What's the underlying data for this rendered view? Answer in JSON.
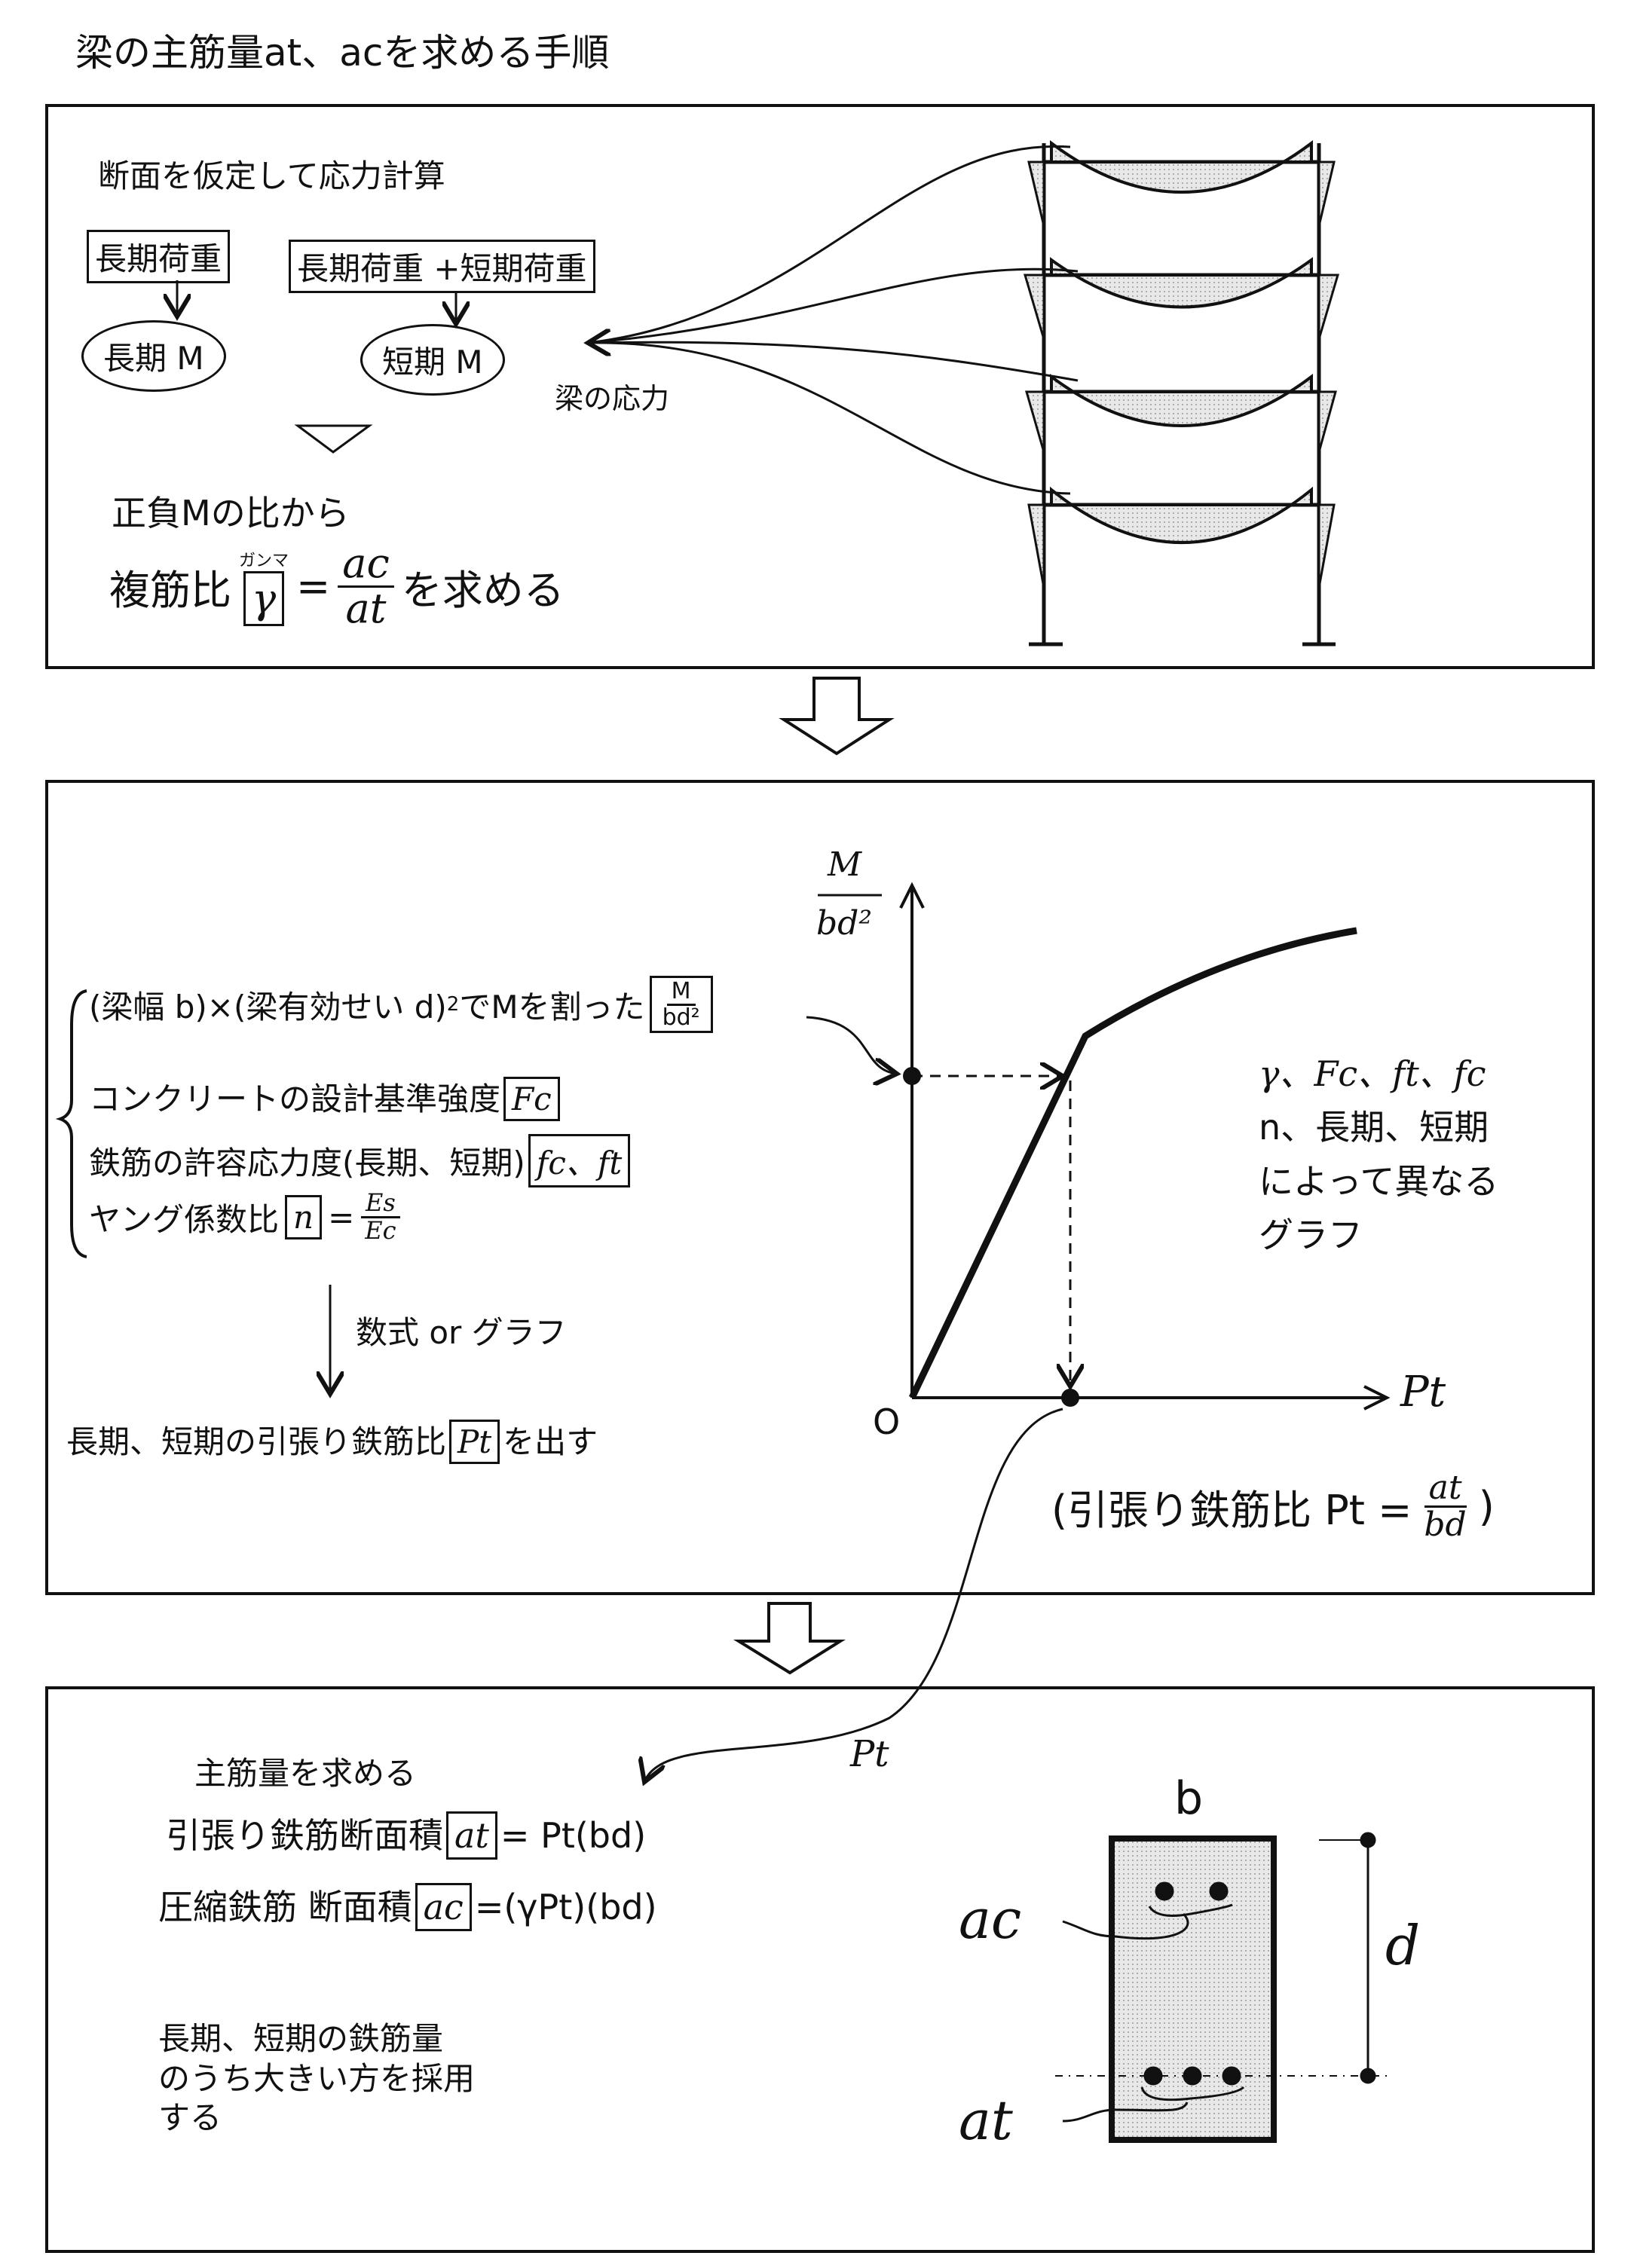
{
  "title": "梁の主筋量at、acを求める手順",
  "panel1": {
    "heading": "断面を仮定して応力計算",
    "long_load": "長期荷重",
    "long_short_load": "長期荷重 +短期荷重",
    "long_M": "長期 M",
    "short_M": "短期 M",
    "beam_stress": "梁の応力",
    "ratio_from": "正負Mの比から",
    "double_ratio": "複筋比",
    "gamma_ruby": "ガンマ",
    "gamma_symbol": "γ",
    "eq": "=",
    "ac": "ac",
    "at": "at",
    "find": "を求める"
  },
  "panel2": {
    "line1_pre": "(梁幅 b)×(梁有効せい d)",
    "line1_sup": "2",
    "line1_post": "でMを割った",
    "frac_M": "M",
    "frac_bd2": "bd²",
    "line2": "コンクリートの設計基準強度",
    "Fc": "Fc",
    "line3": "鉄筋の許容応力度(長期、短期)",
    "fcft": "fc、ft",
    "line4": "ヤング係数比",
    "n": "n",
    "eq": "=",
    "Es": "Es",
    "Ec": "Ec",
    "via": "数式 or グラフ",
    "result_pre": "長期、短期の引張り鉄筋比",
    "Pt": "Pt",
    "result_post": "を出す",
    "graph_note": [
      "γ、Fc、ft、fc",
      "n、長期、短期",
      "によって異なる",
      "グラフ"
    ],
    "pt_def_pre": "(引張り鉄筋比 Pt =",
    "pt_def_num": "at",
    "pt_def_den": "bd",
    "pt_def_post": ")"
  },
  "chart_data": {
    "type": "line",
    "ylabel_num": "M",
    "ylabel_den": "bd²",
    "xlabel": "Pt",
    "origin": "O"
  },
  "panel3": {
    "heading": "主筋量を求める",
    "tension_pre": "引張り鉄筋断面積",
    "at": "at",
    "tension_post": "= Pt(bd)",
    "comp_pre": "圧縮鉄筋 断面積",
    "ac": "ac",
    "comp_post": "=(γPt)(bd)",
    "note": [
      "長期、短期の鉄筋量",
      "のうち大きい方を採用",
      "する"
    ],
    "pt_label": "Pt",
    "b_label": "b",
    "d_label": "d",
    "ac_label": "ac",
    "at_label": "at"
  }
}
